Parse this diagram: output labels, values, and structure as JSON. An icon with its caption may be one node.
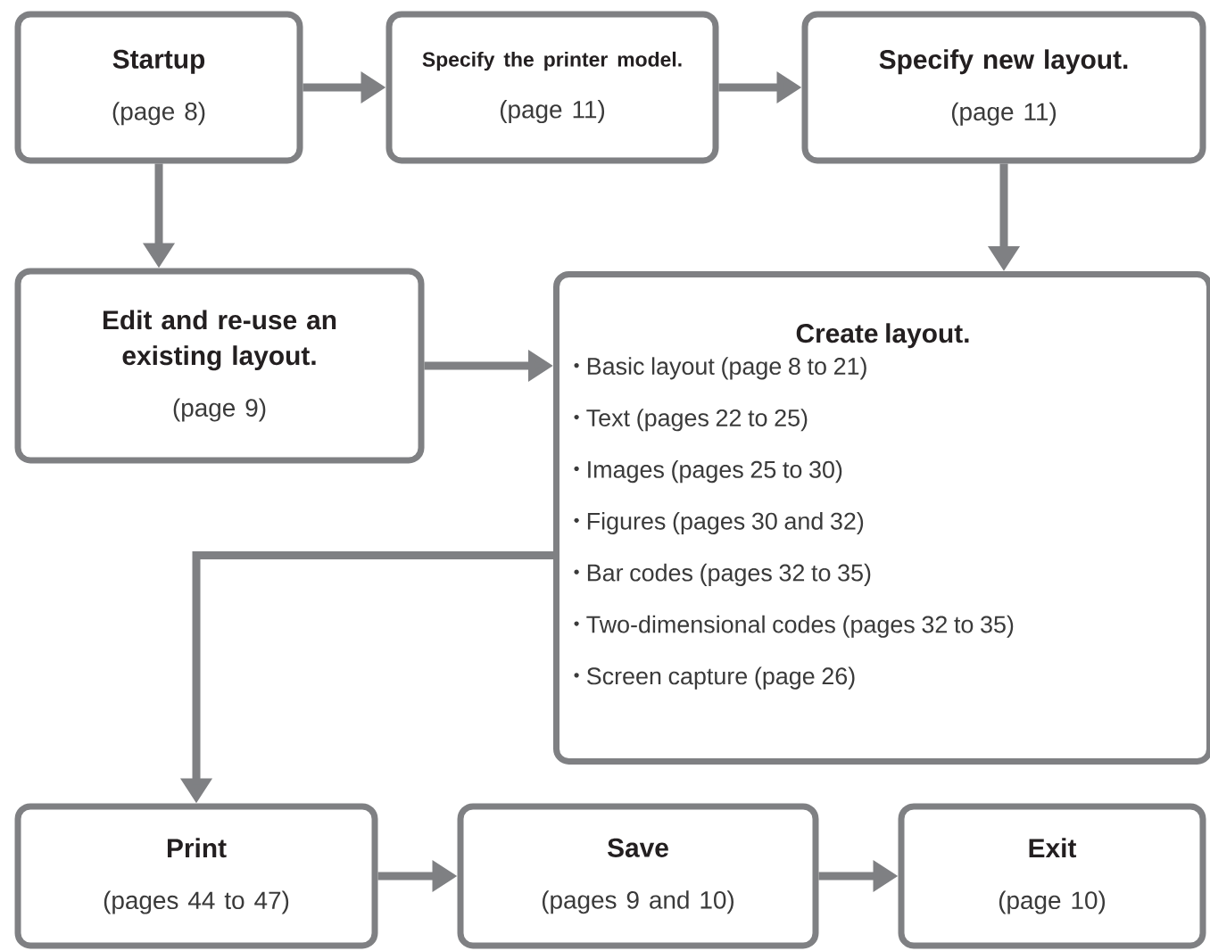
{
  "diagram": {
    "nodes": [
      {
        "text": [
          "Startup",
          "(page 8)"
        ]
      },
      {
        "text": [
          "Specify the printer model.",
          "(page 11)"
        ]
      },
      {
        "text": [
          "Specify new layout.",
          "(page 11)"
        ]
      },
      {
        "text": [
          "Edit and re-use an existing layout.",
          "(page 9)"
        ]
      },
      {
        "text": [
          "Create layout.",
          "Basic layout (page 8 to 21)",
          "Text (pages 22 to 25)",
          "Images (pages 25 to 30)",
          "Figures (pages 30 and 32)",
          "Bar codes (pages 32 to 35)",
          "Two-dimensional codes (pages 32 to 35)",
          "Screen capture (page 26)"
        ]
      },
      {
        "text": [
          "Print",
          "(pages 44 to 47)"
        ]
      },
      {
        "text": [
          "Save",
          "(pages 9 and 10)"
        ]
      },
      {
        "text": [
          "Exit",
          "(page 10)"
        ]
      }
    ],
    "edges": [
      {
        "from": 0,
        "to": 1,
        "arrow": "to"
      },
      {
        "from": 1,
        "to": 2,
        "arrow": "to"
      },
      {
        "from": 0,
        "to": 3,
        "arrow": "to"
      },
      {
        "from": 2,
        "to": 4,
        "arrow": "to"
      },
      {
        "from": 3,
        "to": 4,
        "arrow": "to"
      },
      {
        "from": 4,
        "to": 5,
        "arrow": "to"
      },
      {
        "from": 5,
        "to": 6,
        "arrow": "to"
      },
      {
        "from": 6,
        "to": 7,
        "arrow": "to"
      }
    ]
  }
}
